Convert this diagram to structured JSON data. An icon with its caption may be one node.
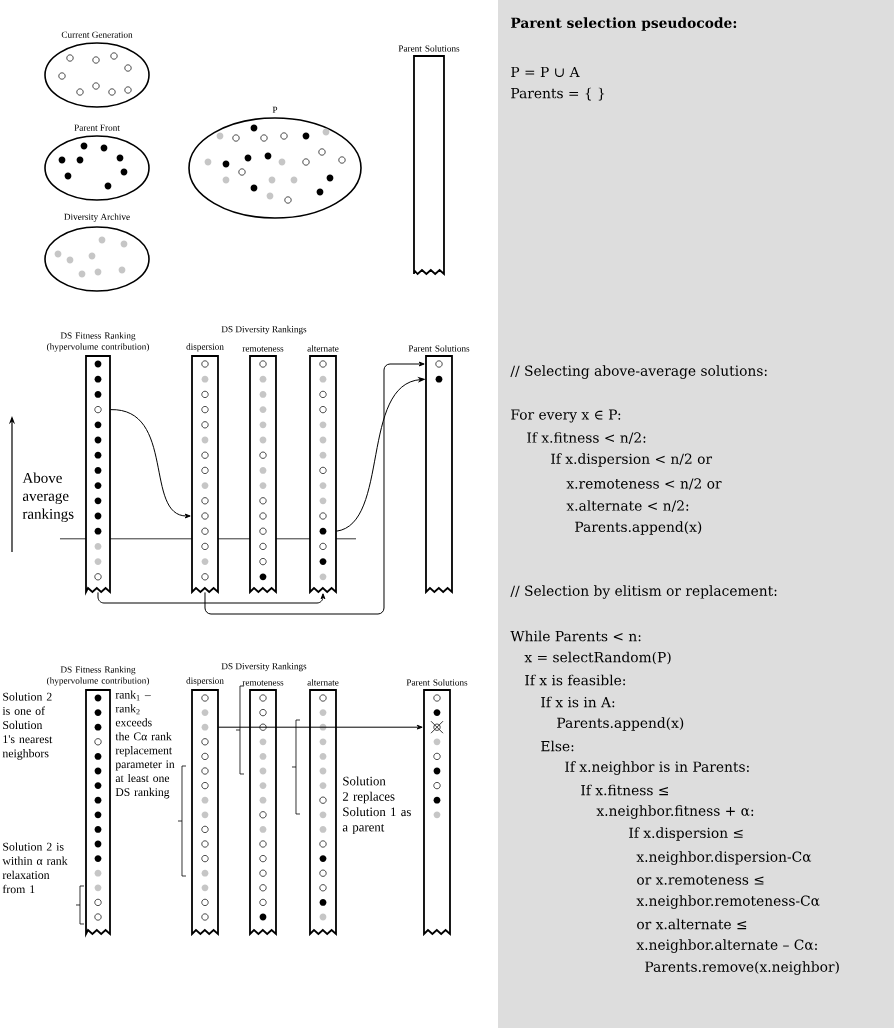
{
  "diagram": {
    "nodes": [
      {
        "text": [
          "Current Generation"
        ]
      },
      {
        "text": [
          "Parent Front"
        ]
      },
      {
        "text": [
          "Diversity Archive"
        ]
      },
      {
        "text": [
          "P"
        ]
      },
      {
        "text": [
          "Parent Solutions"
        ]
      },
      {
        "text": [
          "DS Fitness Ranking (hypervolume contribution)"
        ]
      },
      {
        "text": [
          "dispersion"
        ]
      },
      {
        "text": [
          "remoteness"
        ]
      },
      {
        "text": [
          "alternate"
        ]
      },
      {
        "text": [
          "Parent Solutions"
        ]
      },
      {
        "text": [
          "DS Fitness Ranking (hypervolume contribution)"
        ]
      },
      {
        "text": [
          "dispersion"
        ]
      },
      {
        "text": [
          "remoteness"
        ]
      },
      {
        "text": [
          "alternate"
        ]
      },
      {
        "text": [
          "Parent Solutions"
        ]
      }
    ],
    "edges": [
      {
        "from": 5,
        "to": 6,
        "arrow": "to"
      },
      {
        "from": 5,
        "to": 8,
        "arrow": "to"
      },
      {
        "from": 6,
        "to": 9,
        "arrow": "to"
      },
      {
        "from": 8,
        "to": 9,
        "arrow": "to"
      },
      {
        "from": 11,
        "to": 14,
        "arrow": "to"
      }
    ],
    "labels": [
      "DS Diversity Rankings",
      "Above average rankings",
      "DS Diversity Rankings",
      "Solution 2 is one of Solution 1's nearest neighbors",
      "rank$_{1}$ – rank$_{2}$ exceeds the Cα rank replacement parameter in at least one DS ranking",
      "Solution 2 is within α rank relaxation from 1",
      "Solution 2 replaces Solution 1 as a parent",
      "Parent selection pseudocode:",
      "P = P ∪ A",
      "Parents = { }",
      "// Selecting above-average solutions:",
      "For every x ∈ P:",
      "If x.fitness < n/2:",
      "If x.dispersion < n/2 or",
      "x.remoteness < n/2 or",
      "x.alternate < n/2:",
      "Parents.append(x)",
      "// Selection by elitism or replacement:",
      "While Parents < n:",
      "x = selectRandom(P)",
      "If x is feasible:",
      "If x is in A:",
      "Parents.append(x)",
      "Else:",
      "If x.neighbor is in Parents:",
      "If x.fitness ≤",
      "x.neighbor.fitness + α:",
      "If x.dispersion ≤",
      "x.neighbor.dispersion-Cα",
      "or x.remoteness ≤",
      "x.neighbor.remoteness-Cα",
      "or x.alternate ≤",
      "x.neighbor.alternate – Cα:",
      "Parents.remove(x.neighbor)"
    ]
  }
}
